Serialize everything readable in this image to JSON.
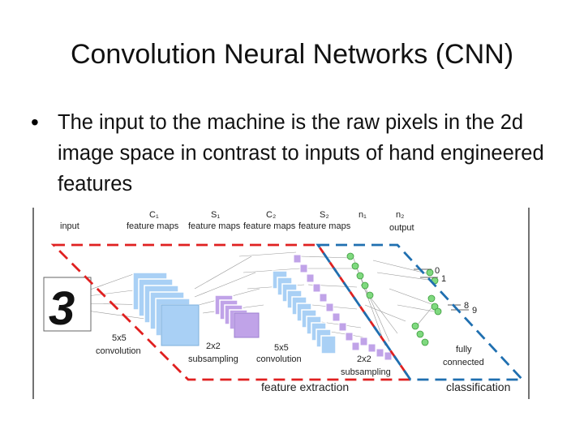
{
  "slide": {
    "title": "Convolution Neural Networks (CNN)",
    "bullet": "The input to the machine is the raw pixels in the 2d image space in contrast to inputs of hand engineered features"
  },
  "figure": {
    "top_labels": {
      "input": "input",
      "c1_sym": "C₁",
      "c1_sub": "feature maps",
      "s1_sym": "S₁",
      "s1_sub": "feature maps",
      "c2_sym": "C₂",
      "c2_sub": "feature maps",
      "s2_sym": "S₂",
      "s2_sub": "feature maps",
      "n1_sym": "n₁",
      "n2_sym": "n₂",
      "n2_sub": "output"
    },
    "input_digit": "3",
    "outputs": [
      "0",
      "1",
      "8",
      "9"
    ],
    "step_labels": {
      "conv1_a": "5x5",
      "conv1_b": "convolution",
      "sub1_a": "2x2",
      "sub1_b": "subsampling",
      "conv2_a": "5x5",
      "conv2_b": "convolution",
      "sub2_a": "2x2",
      "sub2_b": "subsampling",
      "fc_a": "fully",
      "fc_b": "connected"
    },
    "region_labels": {
      "feature_extraction": "feature extraction",
      "classification": "classification"
    },
    "colors": {
      "feature_extraction_border": "#e02020",
      "classification_border": "#1f6fb0",
      "c_maps": "#a9d0f5",
      "s_maps": "#c0a3e8",
      "neurons": "#7fd97f"
    }
  }
}
